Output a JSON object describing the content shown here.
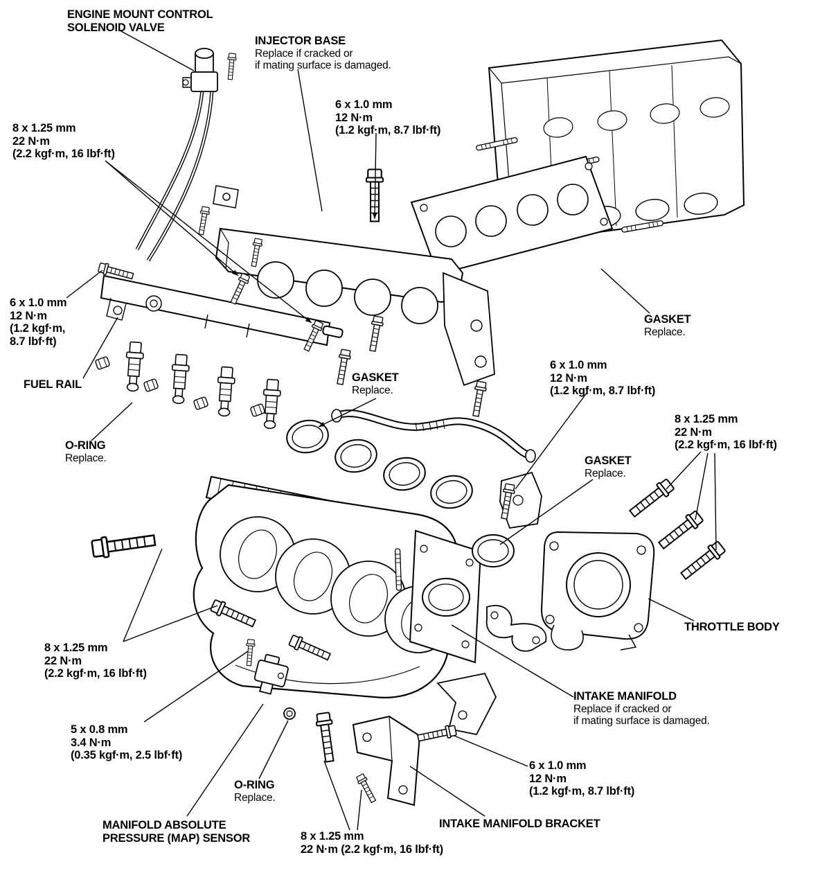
{
  "colors": {
    "ink": "#000000",
    "paper": "#ffffff"
  },
  "labels": {
    "engine_mount": {
      "l1": "ENGINE MOUNT CONTROL",
      "l2": "SOLENOID VALVE"
    },
    "injector_base": {
      "l1": "INJECTOR BASE",
      "l2": "Replace if cracked or",
      "l3": "if mating surface is damaged."
    },
    "torque_injbase": {
      "l1": "6 x 1.0 mm",
      "l2": "12 N·m",
      "l3": "(1.2 kgf·m, 8.7 lbf·ft)"
    },
    "torque_rail_8": {
      "l1": "8 x 1.25 mm",
      "l2": "22 N·m",
      "l3": "(2.2 kgf·m, 16 lbf·ft)"
    },
    "torque_rail_6": {
      "l1": "6 x 1.0 mm",
      "l2": "12 N·m",
      "l3": "(1.2 kgf·m,",
      "l4": "8.7 lbf·ft)"
    },
    "fuel_rail": {
      "l1": "FUEL RAIL"
    },
    "oring_rail": {
      "l1": "O-RING",
      "l2": "Replace."
    },
    "gasket_head": {
      "l1": "GASKET",
      "l2": "Replace."
    },
    "gasket_ports": {
      "l1": "GASKET",
      "l2": "Replace."
    },
    "torque_center_6": {
      "l1": "6 x 1.0 mm",
      "l2": "12 N·m",
      "l3": "(1.2 kgf·m, 8.7 lbf·ft)"
    },
    "torque_tb_8": {
      "l1": "8 x 1.25 mm",
      "l2": "22 N·m",
      "l3": "(2.2 kgf·m, 16 lbf·ft)"
    },
    "gasket_tb": {
      "l1": "GASKET",
      "l2": "Replace."
    },
    "throttle_body": {
      "l1": "THROTTLE BODY"
    },
    "torque_manifold_8": {
      "l1": "8 x 1.25 mm",
      "l2": "22 N·m",
      "l3": "(2.2 kgf·m, 16 lbf·ft)"
    },
    "torque_map_5": {
      "l1": "5 x 0.8 mm",
      "l2": "3.4 N·m",
      "l3": "(0.35 kgf·m, 2.5 lbf·ft)"
    },
    "oring_map": {
      "l1": "O-RING",
      "l2": "Replace."
    },
    "map_sensor": {
      "l1": "MANIFOLD ABSOLUTE",
      "l2": "PRESSURE (MAP) SENSOR"
    },
    "torque_bracket_8": {
      "l1": "8 x 1.25 mm",
      "l2": "22 N·m (2.2 kgf·m, 16 lbf·ft)"
    },
    "bracket": {
      "l1": "INTAKE MANIFOLD BRACKET"
    },
    "torque_bracket_6": {
      "l1": "6 x 1.0 mm",
      "l2": "12 N·m",
      "l3": "(1.2 kgf·m, 8.7 lbf·ft)"
    },
    "intake_manifold": {
      "l1": "INTAKE MANIFOLD",
      "l2": "Replace if cracked or",
      "l3": "if mating surface is damaged."
    }
  }
}
